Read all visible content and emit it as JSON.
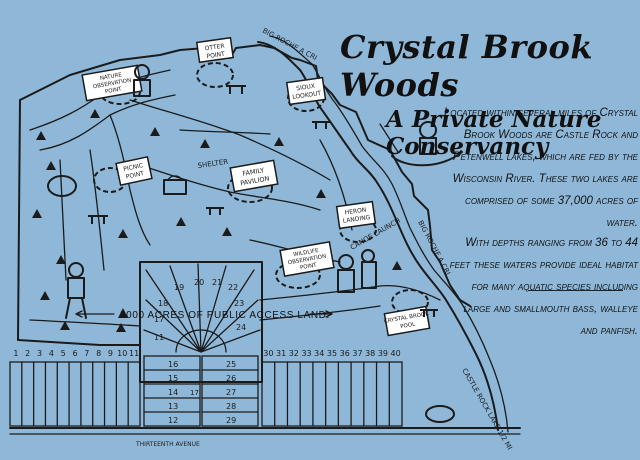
{
  "title": {
    "main": "Crystal Brook Woods",
    "sub": "A Private Nature Conservancy"
  },
  "description": {
    "paragraph_1": "Located within several miles of Crystal Brook Woods are Castle Rock and Petenwell lakes, which are fed by the Wisconsin River. These two lakes are comprised of some 37,000 acres of water.",
    "paragraph_2": "With depths ranging from 36 to 44 feet these waters provide ideal habitat for many aquatic species including large and smallmouth bass, walleye and panfish."
  },
  "points_of_interest": {
    "otter_point": [
      "OTTER",
      "POINT"
    ],
    "sioux_lookout": [
      "SIOUX",
      "LOOKOUT"
    ],
    "nature_observation_point": [
      "NATURE",
      "OBSERVATION",
      "POINT"
    ],
    "picnic_point": [
      "PICNIC",
      "POINT"
    ],
    "family_pavilion": [
      "FAMILY",
      "PAVILION"
    ],
    "shelter": "SHELTER",
    "heron_landing": [
      "HERON",
      "LANDING"
    ],
    "wildlife_observation_point": [
      "WILDLIFE",
      "OBSERVATION",
      "POINT"
    ],
    "crystal_brook_pool": [
      "CRYSTAL BROOK",
      "POOL"
    ],
    "canoe_launch": "CANOE LAUNCH"
  },
  "waterways": {
    "big_roche_a_cri_top": "BIG ROCHE A CRI",
    "big_roche_a_cri_side": "BIG ROCHE A CRI",
    "castle_rock_lake": "CASTLE ROCK LAKE 1/2 MI"
  },
  "road": {
    "name": "THIRTEENTH AVENUE"
  },
  "footer": {
    "public_access": "3000 ACRES OF PUBLIC ACCESS LAND."
  },
  "lots": {
    "bottom_left": [
      "1",
      "2",
      "3",
      "4",
      "5",
      "6",
      "7",
      "8",
      "9",
      "10",
      "11"
    ],
    "bottom_right": [
      "30",
      "31",
      "32",
      "33",
      "34",
      "35",
      "36",
      "37",
      "38",
      "39",
      "40"
    ],
    "fan_top": [
      "19",
      "20",
      "21",
      "22"
    ],
    "fan_left": [
      "18",
      "17",
      "11"
    ],
    "fan_right": [
      "23",
      "24"
    ],
    "center_left": [
      "16",
      "15",
      "14",
      "13",
      "12"
    ],
    "center_right": [
      "26",
      "27",
      "28",
      "29"
    ],
    "center_labels": [
      "17",
      "25"
    ]
  },
  "colors": {
    "background": "#8fb8d8",
    "ink": "#1b1b1b",
    "sign": "#ffffff"
  }
}
